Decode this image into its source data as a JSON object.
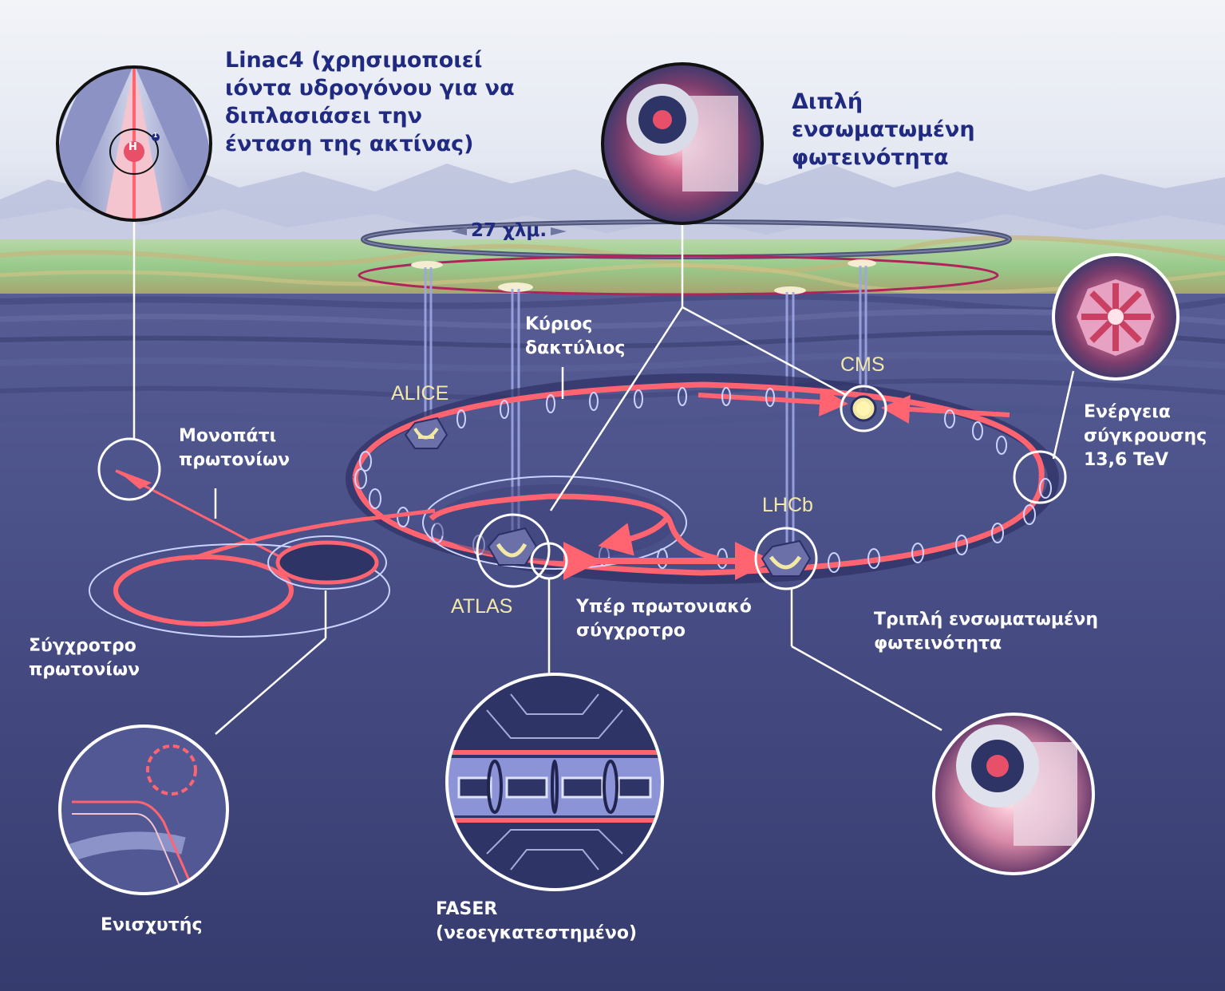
{
  "title": "LHC – Μεγάλος Επιταχυντής Αδρονίων (Run 3)",
  "colors": {
    "sky_top": "#f1f3f7",
    "sky_haze": "#d7dcea",
    "mountains": "#a6aed0",
    "ground_green": "#9fcf96",
    "ground_tan": "#b9b27a",
    "underground": "#3a3f73",
    "underground_layer": "#4b5189",
    "beam_red": "#ff6470",
    "surface_ring": "#b0245c",
    "label_dark_blue": "#1f2a80",
    "label_white": "#ffffff",
    "detector_label_yellow": "#f3e9a6",
    "callout_line": "#ffffff",
    "magnet_ring": "#c9d3ff"
  },
  "labels": {
    "linac4": [
      "Linac4 (χρησιμοποιεί",
      "ιόντα υδρογόνου για να",
      "διπλασιάσει την",
      "ένταση της ακτίνας)"
    ],
    "double_luminosity": [
      "Διπλή",
      "ενσωματωμένη",
      "φωτεινότητα"
    ],
    "circumference": "27 χλμ.",
    "main_ring": [
      "Κύριος",
      "δακτύλιος"
    ],
    "proton_path": [
      "Μονοπάτι",
      "πρωτονίων"
    ],
    "collision_energy": [
      "Ενέργεια",
      "σύγκρουσης",
      "13,6 TeV"
    ],
    "super_proton_synchrotron": [
      "Υπέρ πρωτονιακό",
      "σύγχροτρο"
    ],
    "triple_luminosity": [
      "Τριπλή ενσωματωμένη",
      "φωτεινότητα"
    ],
    "proton_synchrotron": [
      "Σύγχροτρο",
      "πρωτονίων"
    ],
    "booster": "Ενισχυτής",
    "faser": [
      "FASER",
      "(νεοεγκατεστημένο)"
    ]
  },
  "detectors": {
    "alice": "ALICE",
    "atlas": "ATLAS",
    "cms": "CMS",
    "lhcb": "LHCb"
  },
  "icons": {
    "hydrogen_atom": "H",
    "electron": "1"
  }
}
